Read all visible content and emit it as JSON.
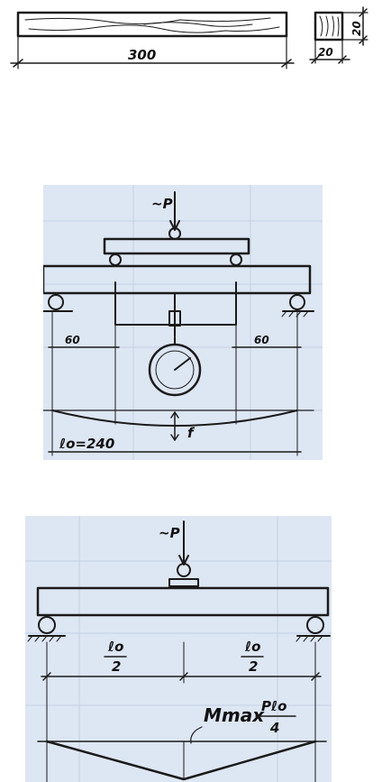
{
  "figure1": {
    "length_label": "300",
    "section_width_label": "20",
    "section_height_label": "20"
  },
  "figure2": {
    "load_label": "~P",
    "overhang_left": "60",
    "overhang_right": "60",
    "deflection_label": "f",
    "span_label": "ℓo=240"
  },
  "figure3": {
    "load_label": "~P",
    "half_span_num": "ℓo",
    "half_span_den": "2",
    "moment_label": "Mmax",
    "moment_num": "Pℓo",
    "moment_den": "4"
  },
  "colors": {
    "ink": "#1a1a1a",
    "paper": "#dde6f3"
  }
}
